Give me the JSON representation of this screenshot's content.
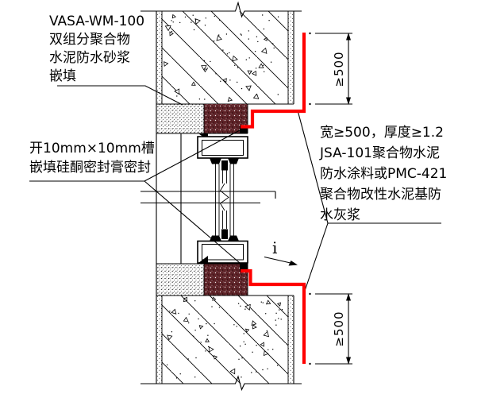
{
  "drawing": {
    "type": "window-waterproofing-section-detail",
    "annotations": {
      "top_left": [
        "VASA-WM-100",
        "双组分聚合物",
        "水泥防水砂浆",
        "嵌填"
      ],
      "mid_left": [
        "开10mm×10mm槽",
        "嵌填硅酮密封膏密封"
      ],
      "right": [
        "宽≥500，厚度≥1.2",
        "JSA-101聚合物水泥",
        "防水涂料或PMC-421",
        "聚合物改性水泥基防",
        "水灰浆"
      ],
      "dimension_top": "≥500",
      "dimension_bottom": "≥500",
      "section_mark": "i"
    },
    "colors": {
      "waterproof_membrane": "#ff0000",
      "polymer_mortar_fill": "#5c2126",
      "linework": "#000000",
      "background": "#ffffff"
    }
  }
}
